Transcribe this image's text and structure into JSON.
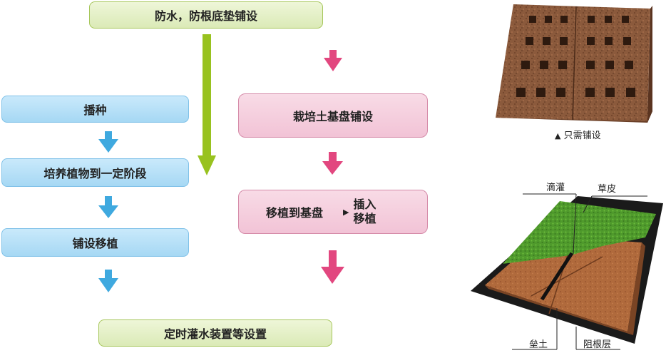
{
  "flow": {
    "top": "防水，防根底垫铺设",
    "left": [
      "播种",
      "培养植物到一定阶段",
      "铺设移植"
    ],
    "right_1": "栽培土基盘铺设",
    "right_2_left": "移植到基盘",
    "right_2_right_line1": "插入",
    "right_2_right_line2": "移植",
    "bottom": "定时灌水装置等设置"
  },
  "photo_top": {
    "caption": "只需铺设"
  },
  "photo_bottom": {
    "labels": {
      "drip": "滴灌",
      "turf": "草皮",
      "soil": "垒土",
      "root_barrier": "阻根层"
    }
  },
  "colors": {
    "green_arrow": "#98c21f",
    "blue_arrow": "#3fa9df",
    "pink_arrow": "#e2477f"
  }
}
